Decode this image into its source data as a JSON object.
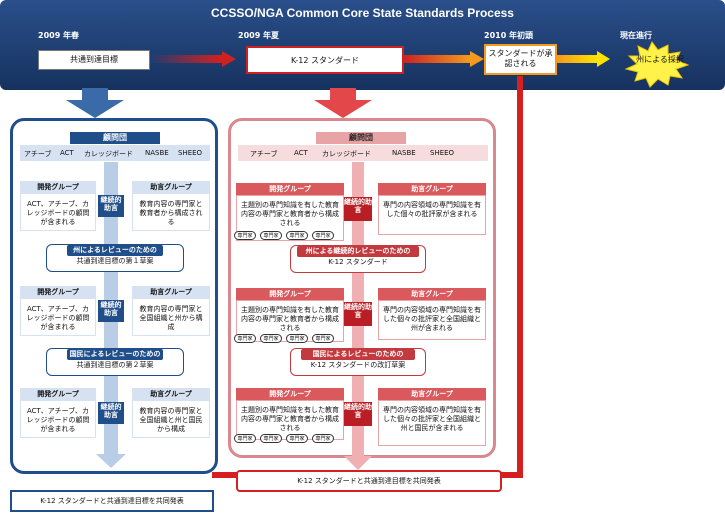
{
  "header": {
    "title": "CCSSO/NGA Common Core State Standards Process",
    "phases": [
      "2009 年春",
      "2009 年夏",
      "2010 年初頭",
      "現在進行"
    ],
    "step1": "共通到達目標",
    "step2": "K-12 スタンダード",
    "step3": "スタンダードが承認される",
    "step4": "州による採択"
  },
  "colors": {
    "blue": "#1f4e8a",
    "red": "#c23a3f",
    "orange": "#f28c1a",
    "yellow": "#ffe200"
  },
  "left": {
    "advisory_title": "顧問団",
    "members": [
      "アチーブ",
      "ACT",
      "カレッジボード",
      "NASBE",
      "SHEEO"
    ],
    "rows": [
      {
        "dev_head": "開発グループ",
        "dev_body": "ACT、アチーブ、カレッジボードの顧問が含まれる",
        "mid": "継続的助言",
        "adv_head": "助言グループ",
        "adv_body": "教育内容の専門家と教育者から構成される"
      },
      {
        "dev_head": "開発グループ",
        "dev_body": "ACT、アチーブ、カレッジボードの顧問が含まれる",
        "mid": "継続的助言",
        "adv_head": "助言グループ",
        "adv_body": "教育内容の専門家と全国組織と州から構成"
      },
      {
        "dev_head": "開発グループ",
        "dev_body": "ACT、アチーブ、カレッジボードの顧問が含まれる",
        "mid": "継続的助言",
        "adv_head": "助言グループ",
        "adv_body": "教育内容の専門家と全国組織と州と国民から構成"
      }
    ],
    "stage1_head": "州によるレビューのための",
    "stage1_body": "共通到達目標の第１草案",
    "stage2_head": "国民によるレビューのための",
    "stage2_body": "共通到達目標の第２草案",
    "final": "K-12 スタンダードと共通到達目標を共同発表"
  },
  "right": {
    "advisory_title": "顧問団",
    "members": [
      "アチーブ",
      "ACT",
      "カレッジボード",
      "NASBE",
      "SHEEO"
    ],
    "tag": "専門家",
    "rows": [
      {
        "dev_head": "開発グループ",
        "dev_body": "主題別の専門知識を有した教育内容の専門家と教育者から構成される",
        "mid": "継続的助言",
        "adv_head": "助言グループ",
        "adv_body": "専門の内容領域の専門知識を有した個々の批評家が含まれる"
      },
      {
        "dev_head": "開発グループ",
        "dev_body": "主題別の専門知識を有した教育内容の専門家と教育者から構成される",
        "mid": "継続的助言",
        "adv_head": "助言グループ",
        "adv_body": "専門の内容領域の専門知識を有した個々の批評家と全国組織と州が含まれる"
      },
      {
        "dev_head": "開発グループ",
        "dev_body": "主題別の専門知識を有した教育内容の専門家と教育者から構成される",
        "mid": "継続的助言",
        "adv_head": "助言グループ",
        "adv_body": "専門の内容領域の専門知識を有した個々の批評家と全国組織と州と国民が含まれる"
      }
    ],
    "stage1_head": "州による継続的レビューのための",
    "stage1_body": "K-12 スタンダード",
    "stage2_head": "国民によるレビューのための",
    "stage2_body": "K-12 スタンダードの改訂草案",
    "final": "K-12 スタンダードと共通到達目標を共同発表"
  }
}
